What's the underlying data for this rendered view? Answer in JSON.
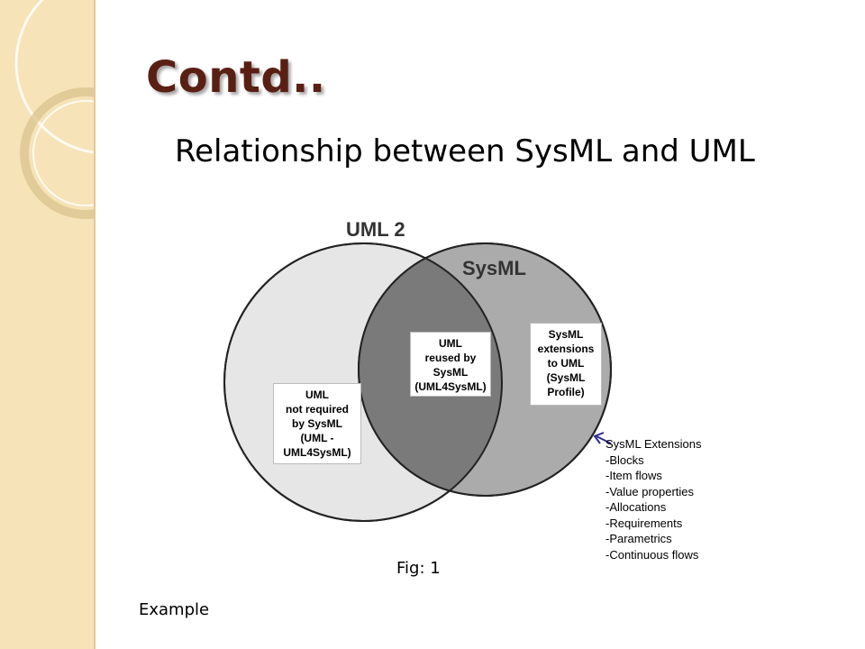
{
  "slide": {
    "title": "Contd..",
    "subtitle": "Relationship between SysML and UML",
    "caption": "Fig: 1",
    "footer": "Example"
  },
  "diagram": {
    "uml_label": "UML 2",
    "sysml_label": "SysML",
    "box_not_required": "UML\nnot required\nby SysML\n(UML -\nUML4SysML)",
    "box_reused": "UML\nreused by\nSysML\n(UML4SysML)",
    "box_extensions": "SysML\nextensions\nto UML\n(SysML\nProfile)",
    "extensions_title": "SysML Extensions",
    "extensions_items": [
      "-Blocks",
      "-Item flows",
      "-Value properties",
      "-Allocations",
      "-Requirements",
      "-Parametrics",
      "-Continuous flows"
    ]
  },
  "colors": {
    "title": "#5a1f14",
    "sidebar": "#f6e3b8",
    "uml_circle": "#e6e6e6",
    "sysml_circle": "#ababab",
    "overlap": "#7a7a7a",
    "arrow": "#2b2b8c"
  }
}
